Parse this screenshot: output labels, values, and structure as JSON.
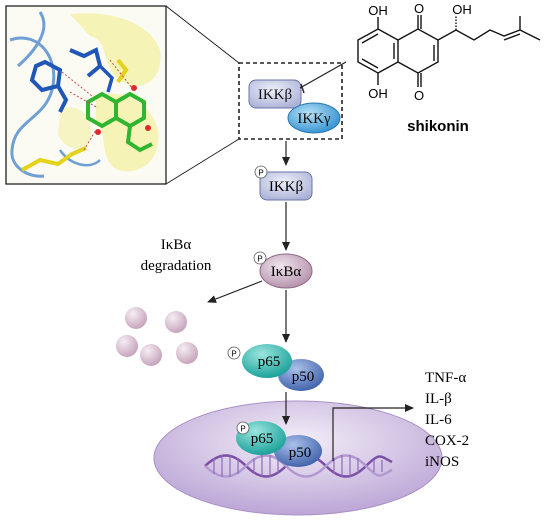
{
  "compound": {
    "name": "shikonin",
    "atoms": {
      "oh_top_left": "OH",
      "o_top": "O",
      "oh_side": "OH",
      "oh_bottom": "OH",
      "o_bottom": "O"
    }
  },
  "complex": {
    "ikkb": "IKKβ",
    "ikkg": "IKKγ"
  },
  "phospho_ikkb": "IKKβ",
  "ikba": "IκBα",
  "degradation_label": [
    "IκBα",
    "degradation"
  ],
  "p65": "p65",
  "p50": "p50",
  "phospho_symbol": "P",
  "cytokines": [
    "TNF-α",
    "IL-β",
    "IL-6",
    "COX-2",
    "iNOS"
  ],
  "colors": {
    "ikk_box": "#c9cde6",
    "ikkg": "#4da6dd",
    "ikba": "#c9aec0",
    "degradation_sphere": "#d9c0d2",
    "p65": "#23b3aa",
    "p50": "#4b72b8",
    "nucleus": "#d3c4e1",
    "dna": "#7a4fa5"
  }
}
